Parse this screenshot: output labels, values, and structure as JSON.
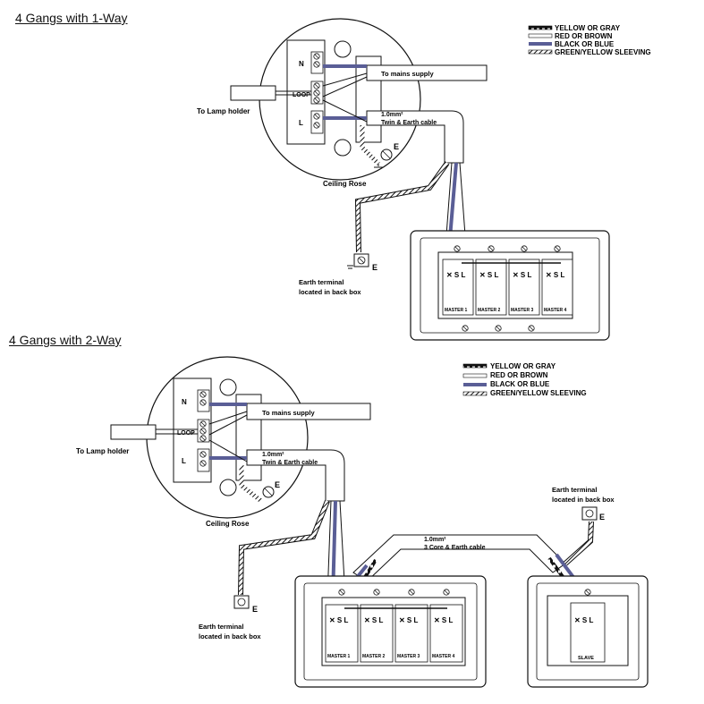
{
  "diagram1": {
    "title": "4 Gangs with 1-Way",
    "legend": [
      "YELLOW OR GRAY",
      "RED OR BROWN",
      "BLACK OR BLUE",
      "GREEN/YELLOW SLEEVING"
    ],
    "rose_terminals": [
      "N",
      "LOOP",
      "L"
    ],
    "to_mains": "To mains supply",
    "cable": "1.0mm²",
    "cable_sub": "Twin & Earth cable",
    "earth_letter": "E",
    "to_lamp": "To Lamp holder",
    "ceiling_rose": "Ceiling Rose",
    "earth_terminal_1": "Earth terminal",
    "earth_terminal_2": "located in back box",
    "earth_e": "E",
    "switch_term_labels": "✕ S L",
    "gangs": [
      "MASTER 1",
      "MASTER 2",
      "MASTER 3",
      "MASTER 4"
    ]
  },
  "diagram2": {
    "title": "4 Gangs with 2-Way",
    "legend": [
      "YELLOW OR GRAY",
      "RED OR BROWN",
      "BLACK OR BLUE",
      "GREEN/YELLOW SLEEVING"
    ],
    "rose_terminals": [
      "N",
      "LOOP",
      "L"
    ],
    "to_mains": "To mains supply",
    "cable": "1.0mm²",
    "cable_sub": "Twin & Earth cable",
    "earth_letter": "E",
    "to_lamp": "To Lamp holder",
    "ceiling_rose": "Ceiling Rose",
    "cable3": "1.0mm²",
    "cable3_sub": "3 Core & Earth cable",
    "earth_terminal_1": "Earth terminal",
    "earth_terminal_2": "located in back box",
    "earth_e": "E",
    "earth_terminal_b1": "Earth terminal",
    "earth_terminal_b2": "located in back box",
    "earth_e_b": "E",
    "switch_term_labels": "✕ S L",
    "gangs": [
      "MASTER 1",
      "MASTER 2",
      "MASTER 3",
      "MASTER 4"
    ],
    "slave": "SLAVE"
  },
  "colors": {
    "black_or_blue": "#5a5e96",
    "line": "#111111",
    "red_or_brown": "#ffffff",
    "yellow": "#111111"
  }
}
